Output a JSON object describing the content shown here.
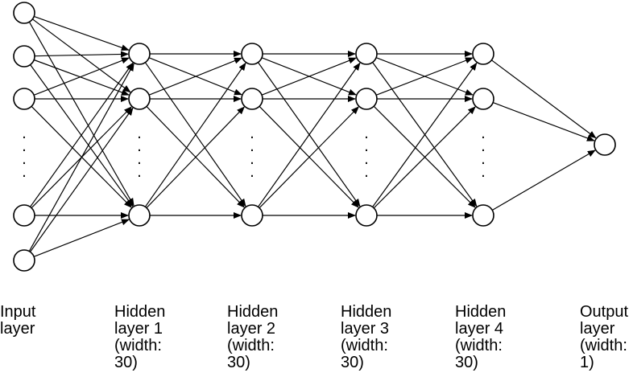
{
  "layers": [
    {
      "id": "input",
      "label": "Input\nlayer"
    },
    {
      "id": "hidden1",
      "label": "Hidden\nlayer 1\n(width:\n30)"
    },
    {
      "id": "hidden2",
      "label": "Hidden\nlayer 2\n(width:\n30)"
    },
    {
      "id": "hidden3",
      "label": "Hidden\nlayer 3\n(width:\n30)"
    },
    {
      "id": "hidden4",
      "label": "Hidden\nlayer 4\n(width:\n30)"
    },
    {
      "id": "output",
      "label": "Output\nlayer\n(width:\n1)"
    }
  ],
  "ellipsis": "·\n·\n·\n·",
  "colors": {
    "stroke": "#000000",
    "node_fill": "#ffffff",
    "background": "#ffffff"
  }
}
